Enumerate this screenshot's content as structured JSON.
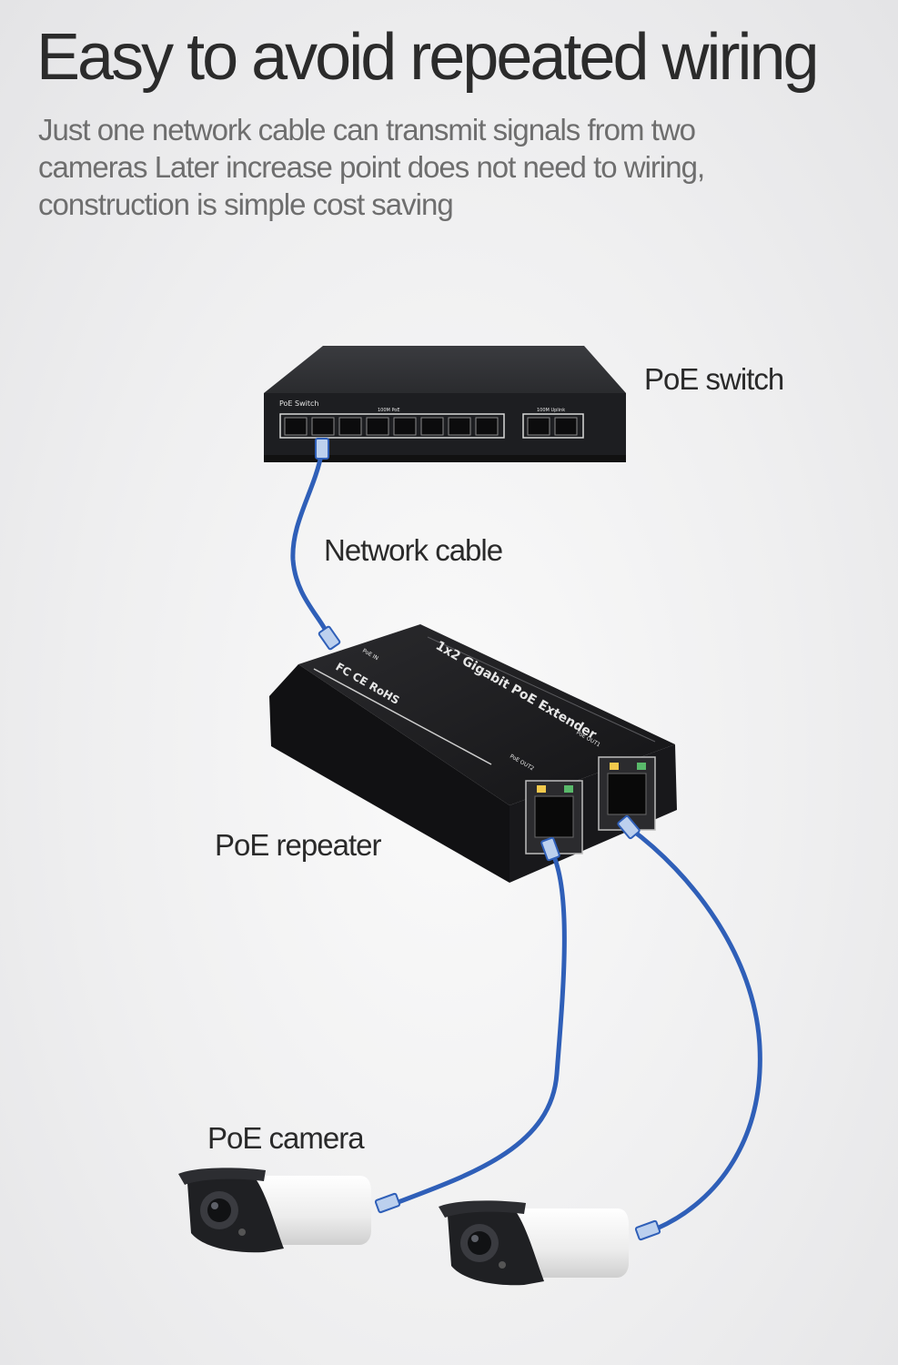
{
  "headline": "Easy to avoid repeated wiring",
  "description": "Just one network cable can transmit signals from two cameras Later increase point does not need to wiring, construction is simple cost saving",
  "labels": {
    "switch": "PoE switch",
    "cable": "Network cable",
    "repeater": "PoE repeater",
    "camera": "PoE camera"
  },
  "device_text": {
    "switch_brand": "PoE Switch",
    "switch_ports_group": "100M PoE",
    "switch_uplink_group": "100M Uplink",
    "repeater_model": "1x2 Gigabit PoE Extender",
    "repeater_certs": "FC CE RoHS",
    "repeater_poe_in": "PoE IN",
    "repeater_poe_out_1": "PoE OUT1",
    "repeater_poe_out_2": "PoE OUT2"
  },
  "colors": {
    "cable": "#2f5fb8",
    "device_body": "#1b1b1d",
    "camera_body": "#f2f2f2",
    "camera_front": "#202124"
  },
  "icons": [
    "poe-switch-icon",
    "network-cable-icon",
    "poe-repeater-icon",
    "camera-icon",
    "rj45-connector-icon"
  ]
}
